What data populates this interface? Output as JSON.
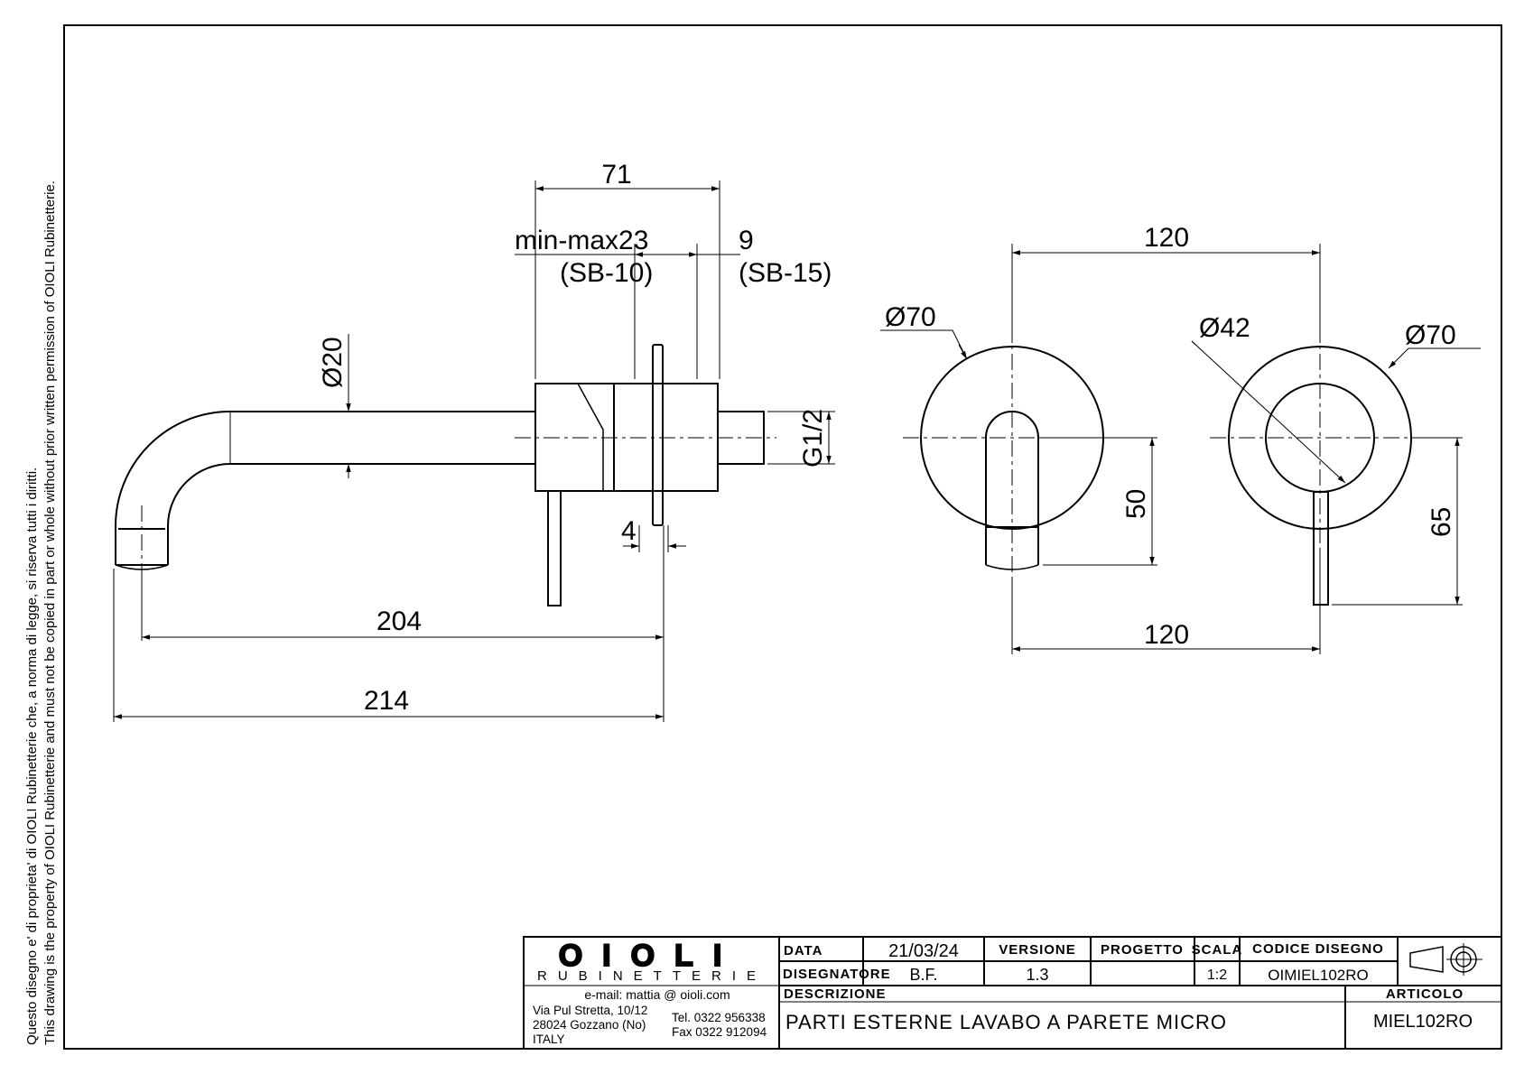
{
  "side_note": {
    "line1": "Questo disegno e' di proprieta' di OIOLI Rubinetterie che, a norma di legge, si riserva tutti i diritti.",
    "line2": "This drawing is the property of OIOLI Rubinetterie and must not be copied in part or whole without prior written permission of OIOLI Rubinetterie."
  },
  "dimensions": {
    "overall_depth": "71",
    "min_max": "min-max23",
    "sb10": "(SB-10)",
    "nine": "9",
    "sb15": "(SB-15)",
    "spout_dia": "Ø20",
    "thread": "G1/2",
    "plate_thickness": "4",
    "spout_reach_204": "204",
    "spout_reach_214": "214",
    "left_plate_dia": "Ø70",
    "center_distance_top": "120",
    "handle_dia": "Ø42",
    "right_plate_dia": "Ø70",
    "height_50": "50",
    "height_65": "65",
    "center_distance_bottom": "120"
  },
  "title_block": {
    "brand": "OIOLI",
    "brand_sub": "RUBINETTERIE",
    "email": "e-mail:  mattia @ oioli.com",
    "address1": "Via Pul Stretta, 10/12",
    "address2": "28024 Gozzano (No)",
    "address3": "ITALY",
    "tel": "Tel. 0322 956338",
    "fax": "Fax 0322 912094",
    "data_label": "DATA",
    "data_value": "21/03/24",
    "versione_label": "VERSIONE",
    "versione_value": "1.3",
    "progetto_label": "PROGETTO",
    "progetto_value": "",
    "scala_label": "SCALA",
    "scala_value": "1:2",
    "codice_label": "CODICE DISEGNO",
    "codice_value": "OIMIEL102RO",
    "disegnatore_label": "DISEGNATORE",
    "disegnatore_value": "B.F.",
    "descrizione_label": "DESCRIZIONE",
    "descrizione_value": "PARTI ESTERNE LAVABO A PARETE MICRO",
    "articolo_label": "ARTICOLO",
    "articolo_value": "MIEL102RO"
  }
}
